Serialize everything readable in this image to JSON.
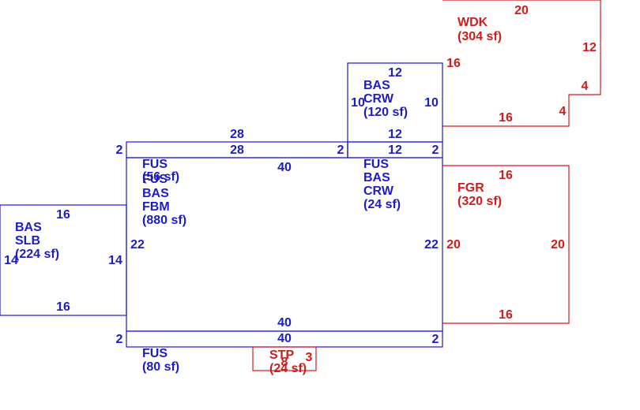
{
  "colors": {
    "living": "#1c1cc8",
    "exterior": "#d01c1c",
    "background": "#ffffff"
  },
  "areas": {
    "wdk": {
      "code": "WDK",
      "area": "(304 sf)",
      "dims": {
        "top": "20",
        "right_upper": "12",
        "right_step": "4",
        "step_vertical": "4",
        "bottom": "16",
        "left": "16"
      }
    },
    "crw_upper": {
      "codes": [
        "BAS",
        "CRW"
      ],
      "area": "(120 sf)",
      "dims": {
        "top": "12",
        "left": "10",
        "right": "10",
        "bottom": "12"
      }
    },
    "fus_top_strip": {
      "dims": {
        "top": "28",
        "bottom": "28",
        "left": "2",
        "right": "2"
      }
    },
    "crw_strip": {
      "dims": {
        "top": "12",
        "right": "2"
      }
    },
    "main_block": {
      "codes": [
        "FUS",
        "FUS",
        "BAS",
        "FBM"
      ],
      "fus_area": "(56 sf)",
      "area": "(880 sf)",
      "dims": {
        "top": "40",
        "left": "22",
        "right": "22",
        "bottom": "40"
      }
    },
    "fus_crw": {
      "codes": [
        "FUS",
        "BAS",
        "CRW"
      ],
      "area": "(24 sf)"
    },
    "fgr": {
      "code": "FGR",
      "area": "(320 sf)",
      "dims": {
        "top": "16",
        "left": "20",
        "right": "20",
        "bottom": "16"
      }
    },
    "slb": {
      "codes": [
        "BAS",
        "SLB"
      ],
      "area": "(224 sf)",
      "dims": {
        "top": "16",
        "left": "14",
        "right": "14",
        "bottom": "16"
      }
    },
    "fus_bottom": {
      "code": "FUS",
      "area": "(80 sf)",
      "dims": {
        "top": "40",
        "left": "2",
        "right": "2"
      }
    },
    "stp": {
      "code": "STP",
      "area": "(24 sf)",
      "dims": {
        "width": "8",
        "height": "3"
      }
    }
  }
}
